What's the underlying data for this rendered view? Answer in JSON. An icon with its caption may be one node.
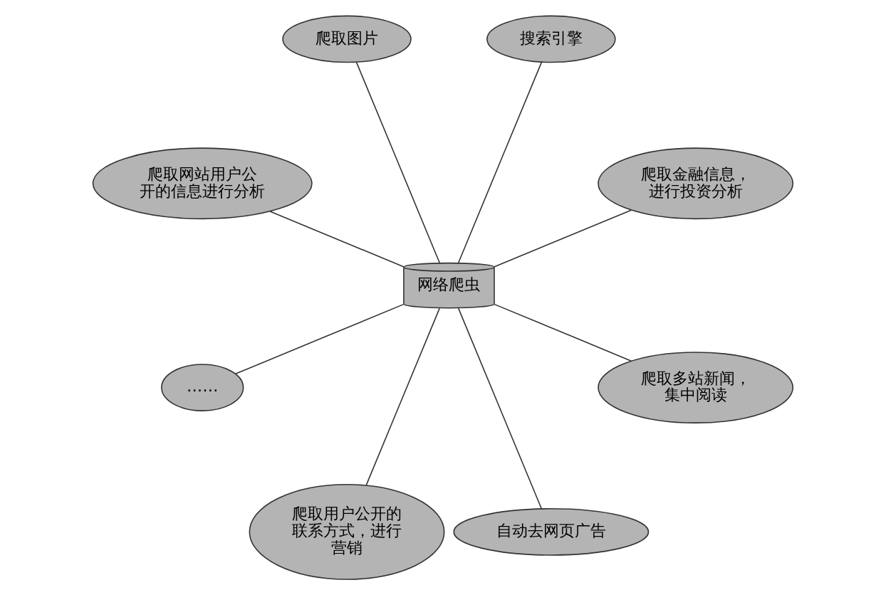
{
  "diagram": {
    "nodes": [
      {
        "text": [
          "网络爬虫"
        ]
      },
      {
        "text": [
          "爬取金融信息，进行投资分析"
        ]
      },
      {
        "text": [
          "搜索引擎"
        ]
      },
      {
        "text": [
          "爬取图片"
        ]
      },
      {
        "text": [
          "爬取网站用户公开的信息进行分析"
        ]
      },
      {
        "text": [
          "……"
        ]
      },
      {
        "text": [
          "爬取用户公开的联系方式，进行营销"
        ]
      },
      {
        "text": [
          "自动去网页广告"
        ]
      },
      {
        "text": [
          "爬取多站新闻，集中阅读"
        ]
      }
    ],
    "edges": [
      {
        "from": 0,
        "to": 1,
        "arrow": "none"
      },
      {
        "from": 0,
        "to": 2,
        "arrow": "none"
      },
      {
        "from": 0,
        "to": 3,
        "arrow": "none"
      },
      {
        "from": 0,
        "to": 4,
        "arrow": "none"
      },
      {
        "from": 0,
        "to": 5,
        "arrow": "none"
      },
      {
        "from": 0,
        "to": 6,
        "arrow": "none"
      },
      {
        "from": 0,
        "to": 7,
        "arrow": "none"
      },
      {
        "from": 0,
        "to": 8,
        "arrow": "none"
      }
    ]
  }
}
